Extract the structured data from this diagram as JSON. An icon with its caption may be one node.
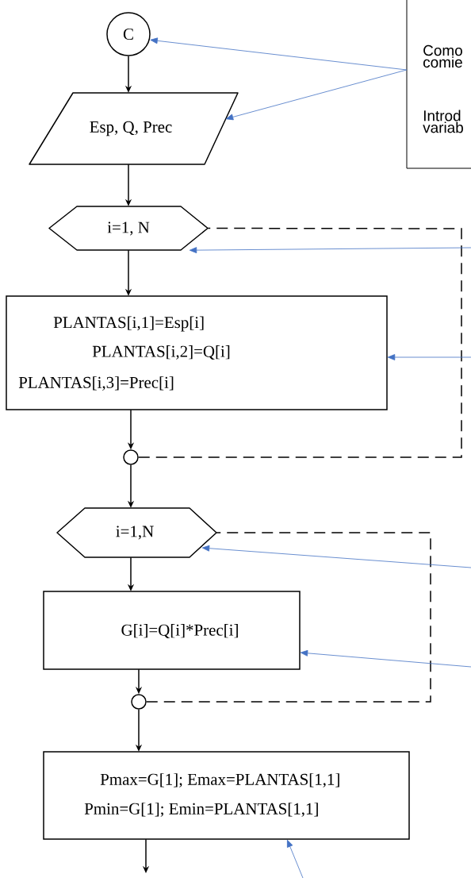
{
  "diagram": {
    "nodes": [
      {
        "text": [
          "C"
        ]
      },
      {
        "text": [
          "Esp, Q, Prec"
        ]
      },
      {
        "text": [
          "Como comie",
          "Introd variab"
        ]
      },
      {
        "text": [
          "i=1, N"
        ]
      },
      {
        "text": [
          "PLANTAS[i,1]=Esp[i]",
          "PLANTAS[i,2]=Q[i]",
          "PLANTAS[i,3]=Prec[i]"
        ]
      },
      {
        "text": [],
        "shape": "circle"
      },
      {
        "text": [
          "i=1,N"
        ]
      },
      {
        "text": [
          "G[i]=Q[i]*Prec[i]"
        ]
      },
      {
        "text": [],
        "shape": "circle"
      },
      {
        "text": [
          "Pmax=G[1]; Emax=PLANTAS[1,1]",
          "Pmin=G[1]; Emin=PLANTAS[1,1]"
        ]
      }
    ],
    "edges": [
      {
        "from": 0,
        "to": 1,
        "arrow": "to"
      },
      {
        "from": 1,
        "to": 3,
        "arrow": "to"
      },
      {
        "from": 3,
        "to": 4,
        "arrow": "to"
      },
      {
        "from": 4,
        "to": 5,
        "arrow": "to"
      },
      {
        "from": 5,
        "to": 6,
        "arrow": "to"
      },
      {
        "from": 6,
        "to": 7,
        "arrow": "to"
      },
      {
        "from": 7,
        "to": 8,
        "arrow": "to"
      },
      {
        "from": 8,
        "to": 9,
        "arrow": "to"
      },
      {
        "from": 9,
        "to": null,
        "arrow": "to"
      },
      {
        "from": 5,
        "to": 3,
        "arrow": "none",
        "style": "dashed"
      },
      {
        "from": 8,
        "to": 6,
        "arrow": "none",
        "style": "dashed"
      },
      {
        "from": 2,
        "to": 0,
        "arrow": "to",
        "color": "#4472c4"
      },
      {
        "from": 2,
        "to": 1,
        "arrow": "to",
        "color": "#4472c4"
      },
      {
        "from": null,
        "to": 3,
        "arrow": "to",
        "color": "#4472c4"
      },
      {
        "from": null,
        "to": 4,
        "arrow": "to",
        "color": "#4472c4"
      },
      {
        "from": null,
        "to": 6,
        "arrow": "to",
        "color": "#4472c4"
      },
      {
        "from": null,
        "to": 7,
        "arrow": "to",
        "color": "#4472c4"
      },
      {
        "from": null,
        "to": 9,
        "arrow": "to",
        "color": "#4472c4"
      }
    ]
  }
}
